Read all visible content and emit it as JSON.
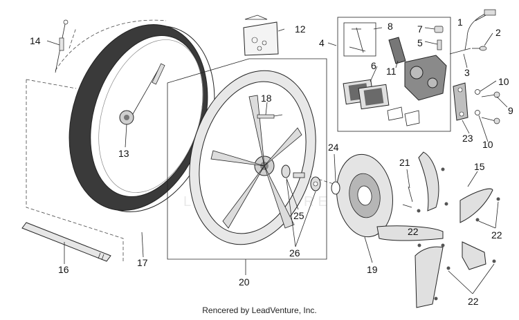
{
  "callouts": {
    "c1": "1",
    "c2": "2",
    "c3": "3",
    "c4": "4",
    "c5": "5",
    "c6": "6",
    "c7": "7",
    "c8": "8",
    "c9": "9",
    "c10a": "10",
    "c10b": "10",
    "c11": "11",
    "c12": "12",
    "c13": "13",
    "c14": "14",
    "c15": "15",
    "c16": "16",
    "c17": "17",
    "c18": "18",
    "c19": "19",
    "c20": "20",
    "c21": "21",
    "c22a": "22",
    "c22b": "22",
    "c22c": "22",
    "c23": "23",
    "c24": "24",
    "c25": "25",
    "c26": "26"
  },
  "watermark": "LEADVENTURE",
  "footer": "Rencered by LeadVenture, Inc.",
  "colors": {
    "line": "#222222",
    "part_fill": "#e6e6e6",
    "part_dark": "#555555",
    "watermark": "#e9e9e9"
  }
}
